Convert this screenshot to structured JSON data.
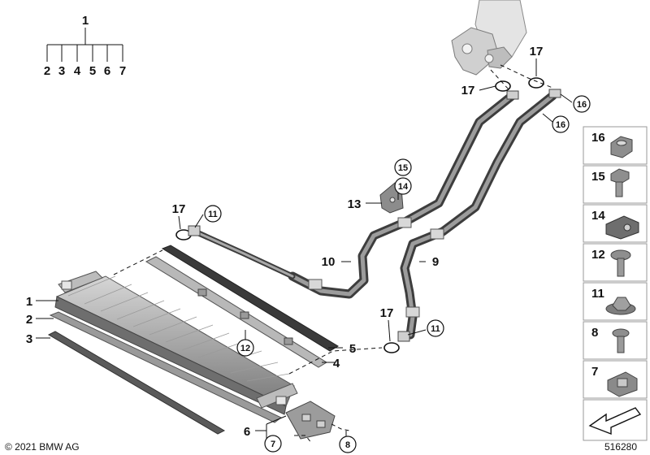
{
  "tree": {
    "root": "1",
    "children": [
      "2",
      "3",
      "4",
      "5",
      "6",
      "7"
    ]
  },
  "callouts": {
    "p1": "1",
    "p2": "2",
    "p3": "3",
    "p4": "4",
    "p5": "5",
    "p6": "6",
    "p7": "7",
    "p8": "8",
    "p9": "9",
    "p10": "10",
    "p11a": "11",
    "p11b": "11",
    "p12": "12",
    "p13": "13",
    "p14": "14",
    "p15": "15",
    "p16a": "16",
    "p16b": "16",
    "p17a": "17",
    "p17b": "17",
    "p17c": "17"
  },
  "legend_tiles": [
    "16",
    "15",
    "14",
    "12",
    "11",
    "8",
    "7"
  ],
  "footer": {
    "copyright": "© 2021 BMW AG",
    "diagram_number": "516280"
  },
  "colors": {
    "part_dark": "#4a4a4a",
    "part_mid": "#8a8a8a",
    "part_light": "#c8c8c8",
    "tile_border": "#9a9a9a",
    "ink": "#111111"
  }
}
